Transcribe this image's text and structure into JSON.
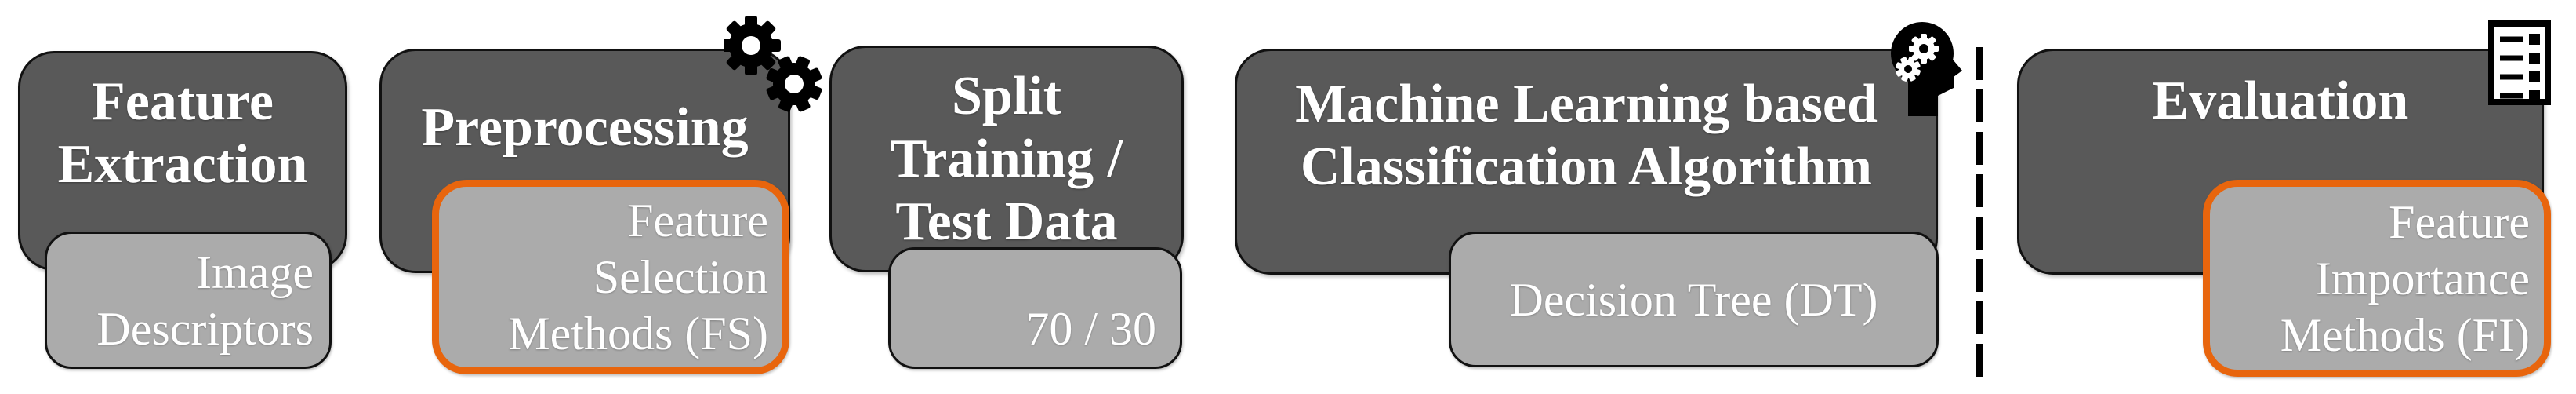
{
  "diagram_title": "Machine learning pipeline",
  "colors": {
    "dark_box": "#595959",
    "light_box": "#ABABAB",
    "highlight_border": "#E8650D",
    "text": "#FFFFFF",
    "icon": "#000000"
  },
  "stages": [
    {
      "name": "Feature Extraction",
      "title_lines": [
        "Feature",
        "Extraction"
      ],
      "icon": null,
      "subbox": {
        "text": "Image Descriptors",
        "lines": [
          "Image",
          "Descriptors"
        ],
        "highlighted": false
      }
    },
    {
      "name": "Preprocessing",
      "title_lines": [
        "Preprocessing"
      ],
      "icon": "gears-icon",
      "subbox": {
        "text": "Feature Selection Methods (FS)",
        "lines": [
          "Feature",
          "Selection",
          "Methods (FS)"
        ],
        "highlighted": true
      }
    },
    {
      "name": "Split Training / Test Data",
      "title_lines": [
        "Split",
        "Training /",
        "Test Data"
      ],
      "icon": null,
      "subbox": {
        "text": "70 / 30",
        "lines": [
          "70 / 30"
        ],
        "highlighted": false
      }
    },
    {
      "name": "Machine Learning based Classification Algorithm",
      "title_lines": [
        "Machine Learning based",
        "Classification Algorithm"
      ],
      "icon": "head-gears-icon",
      "subbox": {
        "text": "Decision Tree (DT)",
        "lines": [
          "Decision Tree (DT)"
        ],
        "highlighted": false
      }
    },
    {
      "name": "Evaluation",
      "title_lines": [
        "Evaluation"
      ],
      "icon": "checklist-icon",
      "subbox": {
        "text": "Feature Importance Methods (FI)",
        "lines": [
          "Feature",
          "Importance",
          "Methods (FI)"
        ],
        "highlighted": true
      }
    }
  ],
  "separator": {
    "type": "vertical-dashed-line",
    "position": "between Machine Learning and Evaluation stages"
  }
}
